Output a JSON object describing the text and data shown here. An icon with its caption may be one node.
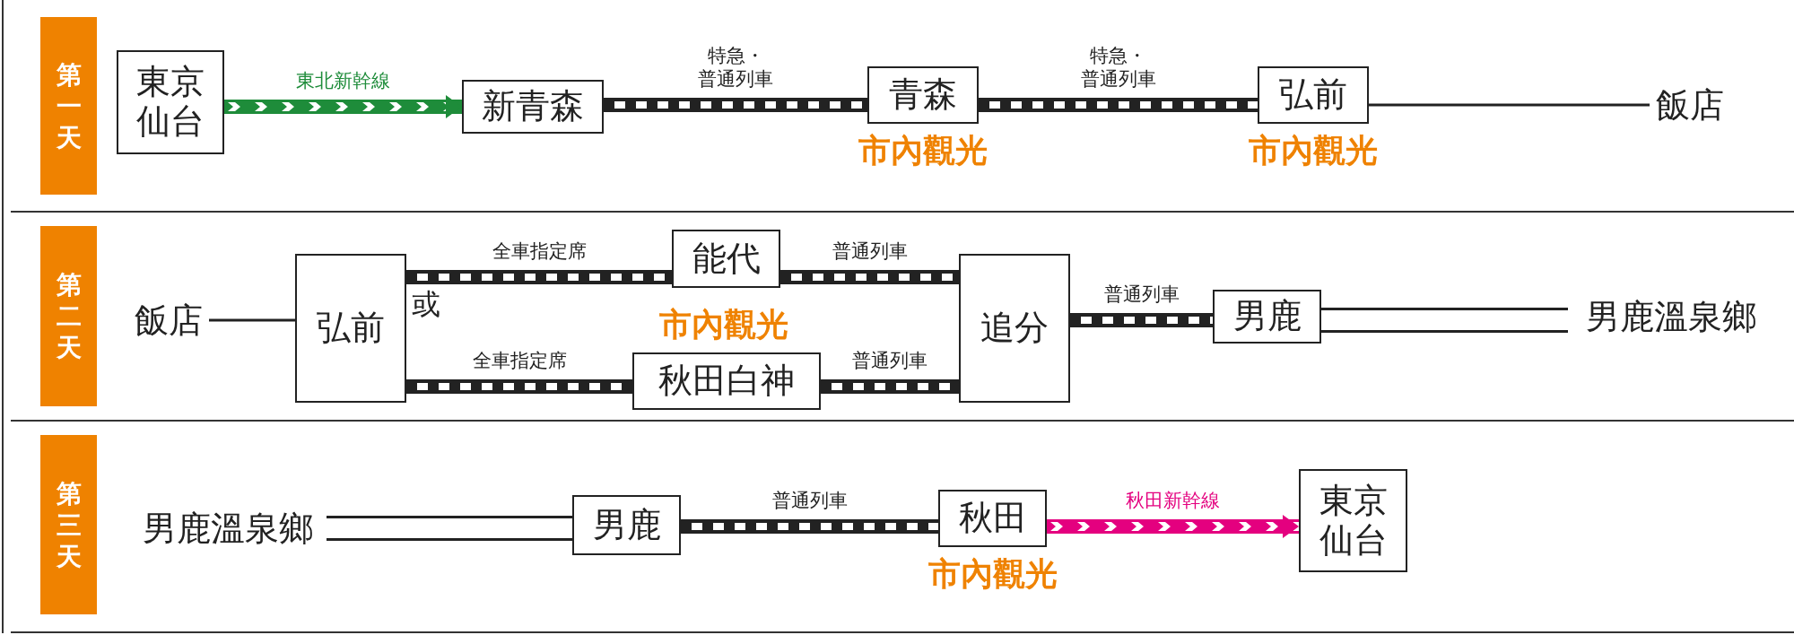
{
  "diagram": {
    "nodes": [
      {
        "text": [
          "第一天"
        ]
      },
      {
        "text": [
          "東京仙台"
        ]
      },
      {
        "text": [
          "新青森"
        ]
      },
      {
        "text": [
          "青森"
        ],
        "beside": [
          "市內觀光"
        ]
      },
      {
        "text": [
          "弘前"
        ],
        "beside": [
          "市內觀光"
        ]
      },
      {
        "text": [
          "飯店"
        ]
      },
      {
        "text": [
          "第二天"
        ]
      },
      {
        "text": [
          "飯店"
        ]
      },
      {
        "text": [
          "弘前"
        ]
      },
      {
        "text": [
          "能代"
        ]
      },
      {
        "text": [
          "秋田白神"
        ]
      },
      {
        "text": [
          "追分"
        ]
      },
      {
        "text": [
          "男鹿"
        ]
      },
      {
        "text": [
          "男鹿溫泉鄉"
        ]
      },
      {
        "text": [
          "第三天"
        ]
      },
      {
        "text": [
          "男鹿溫泉鄉"
        ]
      },
      {
        "text": [
          "男鹿"
        ]
      },
      {
        "text": [
          "秋田"
        ],
        "beside": [
          "市內觀光"
        ]
      },
      {
        "text": [
          "東京仙台"
        ]
      }
    ],
    "edges": [
      {
        "from": 1,
        "to": 2,
        "arrow": "to",
        "label": "東北新幹線",
        "style": "thick",
        "color": "#1e8c3a"
      },
      {
        "from": 2,
        "to": 3,
        "arrow": "none",
        "label": "特急・普通列車",
        "style": "dashed"
      },
      {
        "from": 3,
        "to": 4,
        "arrow": "none",
        "label": "特急・普通列車",
        "style": "dashed"
      },
      {
        "from": 4,
        "to": 5,
        "arrow": "none"
      },
      {
        "from": 7,
        "to": 8,
        "arrow": "none"
      },
      {
        "from": 8,
        "to": 9,
        "arrow": "none",
        "label": "全車指定席",
        "style": "dashed"
      },
      {
        "from": 9,
        "to": 11,
        "arrow": "none",
        "label": "普通列車",
        "style": "dashed"
      },
      {
        "from": 8,
        "to": 10,
        "arrow": "none",
        "label": "全車指定席",
        "style": "dashed"
      },
      {
        "from": 10,
        "to": 11,
        "arrow": "none",
        "label": "普通列車",
        "style": "dashed"
      },
      {
        "from": 11,
        "to": 12,
        "arrow": "none",
        "label": "普通列車",
        "style": "dashed"
      },
      {
        "from": 12,
        "to": 13,
        "arrow": "none",
        "style": "thick"
      },
      {
        "from": 15,
        "to": 16,
        "arrow": "none",
        "style": "thick"
      },
      {
        "from": 16,
        "to": 17,
        "arrow": "none",
        "label": "普通列車",
        "style": "dashed"
      },
      {
        "from": 17,
        "to": 18,
        "arrow": "to",
        "label": "秋田新幹線",
        "style": "thick",
        "color": "#e4007f"
      }
    ],
    "labels": [
      "或",
      "市內觀光"
    ]
  }
}
